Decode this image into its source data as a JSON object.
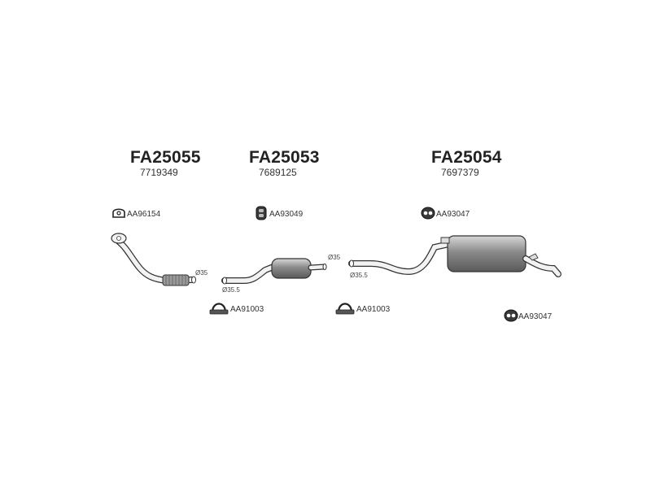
{
  "groups": [
    {
      "code": "FA25055",
      "oem": "7719349"
    },
    {
      "code": "FA25053",
      "oem": "7689125"
    },
    {
      "code": "FA25054",
      "oem": "7697379"
    }
  ],
  "accessories": {
    "front_mount": "AA96154",
    "mid_mount": "AA93049",
    "rear_mount_top": "AA93047",
    "clamp_left": "AA91003",
    "clamp_right": "AA91003",
    "rear_mount_bottom": "AA93047"
  },
  "dimensions": {
    "front_pipe_outlet": "Ø35",
    "mid_inlet": "Ø35.5",
    "mid_outlet": "Ø35",
    "rear_inlet": "Ø35.5"
  }
}
